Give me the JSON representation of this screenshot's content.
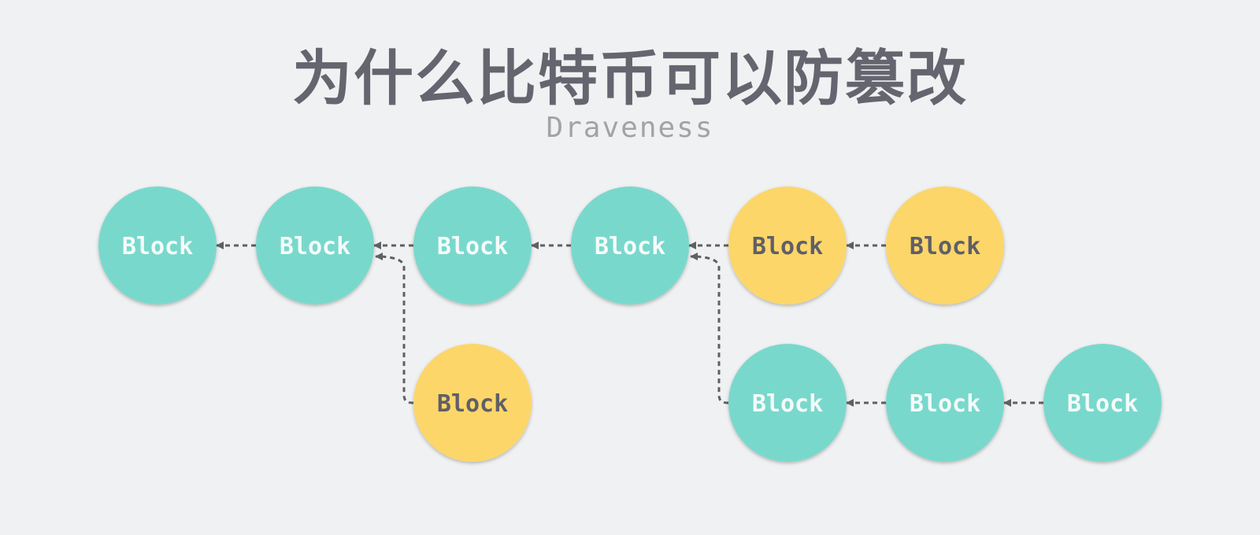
{
  "header": {
    "title": "为什么比特币可以防篡改",
    "subtitle": "Draveness"
  },
  "colors": {
    "background": "#f0f1f2",
    "teal_block": "#79d8cc",
    "yellow_block": "#fcd669",
    "edge": "#5f5f66",
    "teal_text": "#f4fbfa",
    "yellow_text": "#5f5f66"
  },
  "diagram": {
    "nodes": [
      {
        "id": "b1",
        "label": "Block",
        "color": "teal"
      },
      {
        "id": "b2",
        "label": "Block",
        "color": "teal"
      },
      {
        "id": "b3",
        "label": "Block",
        "color": "teal"
      },
      {
        "id": "b4",
        "label": "Block",
        "color": "teal"
      },
      {
        "id": "b5",
        "label": "Block",
        "color": "yellow"
      },
      {
        "id": "b6",
        "label": "Block",
        "color": "yellow"
      },
      {
        "id": "b7",
        "label": "Block",
        "color": "yellow"
      },
      {
        "id": "b8",
        "label": "Block",
        "color": "teal"
      },
      {
        "id": "b9",
        "label": "Block",
        "color": "teal"
      },
      {
        "id": "b10",
        "label": "Block",
        "color": "teal"
      }
    ],
    "edges": [
      {
        "from": "b2",
        "to": "b1"
      },
      {
        "from": "b3",
        "to": "b2"
      },
      {
        "from": "b4",
        "to": "b3"
      },
      {
        "from": "b5",
        "to": "b4"
      },
      {
        "from": "b6",
        "to": "b5"
      },
      {
        "from": "b7",
        "to": "b2"
      },
      {
        "from": "b8",
        "to": "b4"
      },
      {
        "from": "b9",
        "to": "b8"
      },
      {
        "from": "b10",
        "to": "b9"
      }
    ]
  }
}
